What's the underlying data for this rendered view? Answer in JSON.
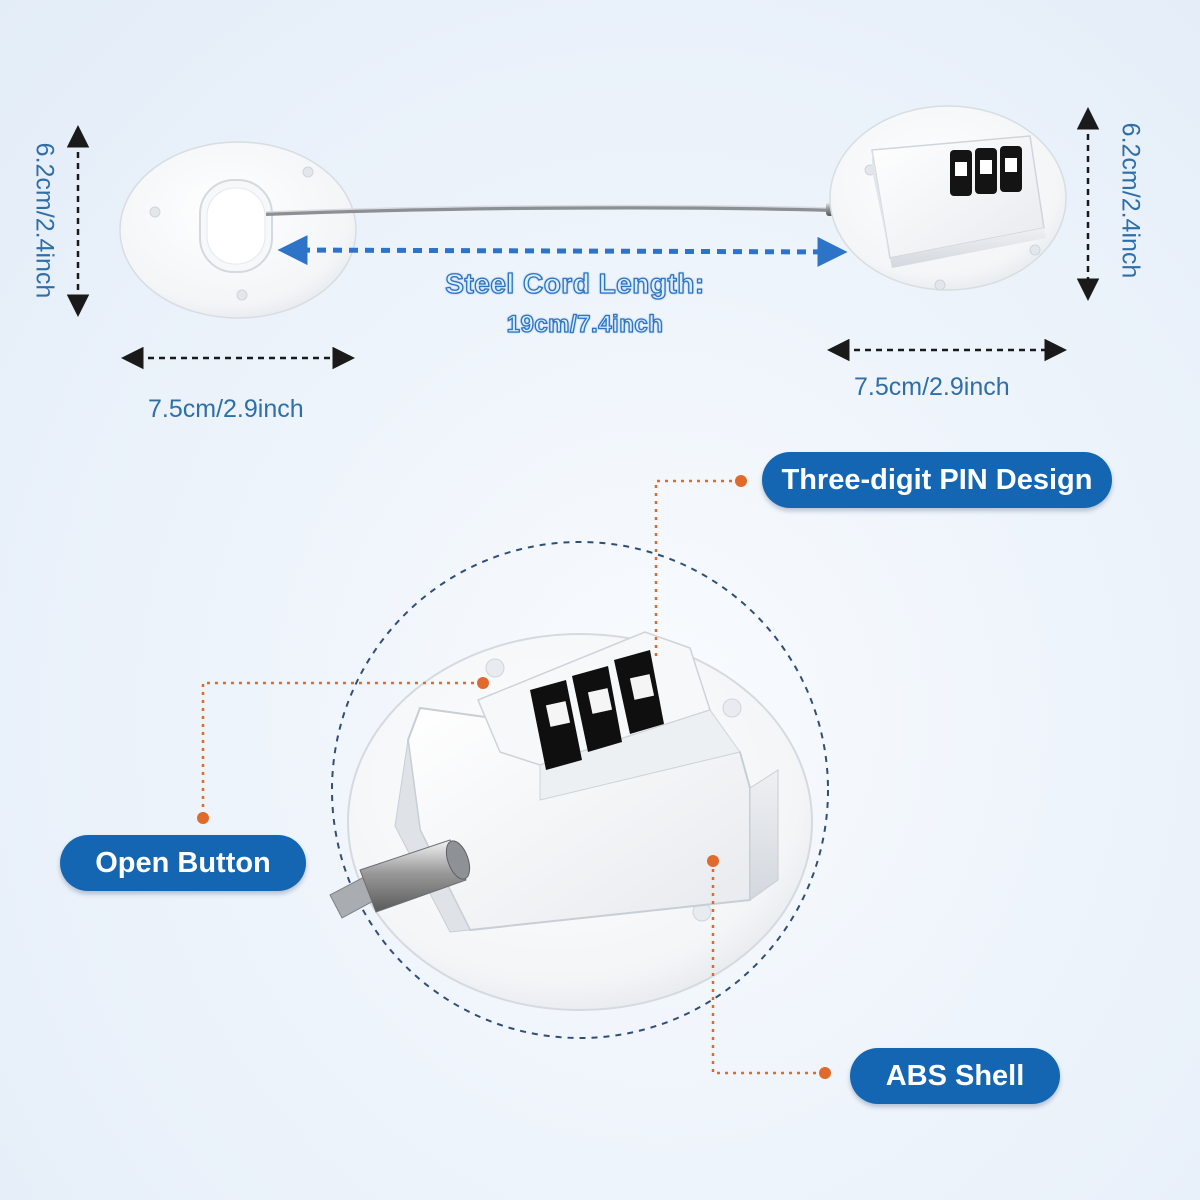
{
  "dimensions": {
    "left_height": "6.2cm/2.4inch",
    "right_height": "6.2cm/2.4inch",
    "left_width": "7.5cm/2.9inch",
    "right_width": "7.5cm/2.9inch",
    "cord_label": "Steel Cord Length:",
    "cord_value": "19cm/7.4inch"
  },
  "callouts": {
    "pin": "Three-digit PIN Design",
    "open": "Open Button",
    "shell": "ABS Shell"
  },
  "colors": {
    "accent_blue": "#1466b3",
    "dimension_text": "#2f6fa8",
    "leader_orange": "#e06a2c"
  }
}
